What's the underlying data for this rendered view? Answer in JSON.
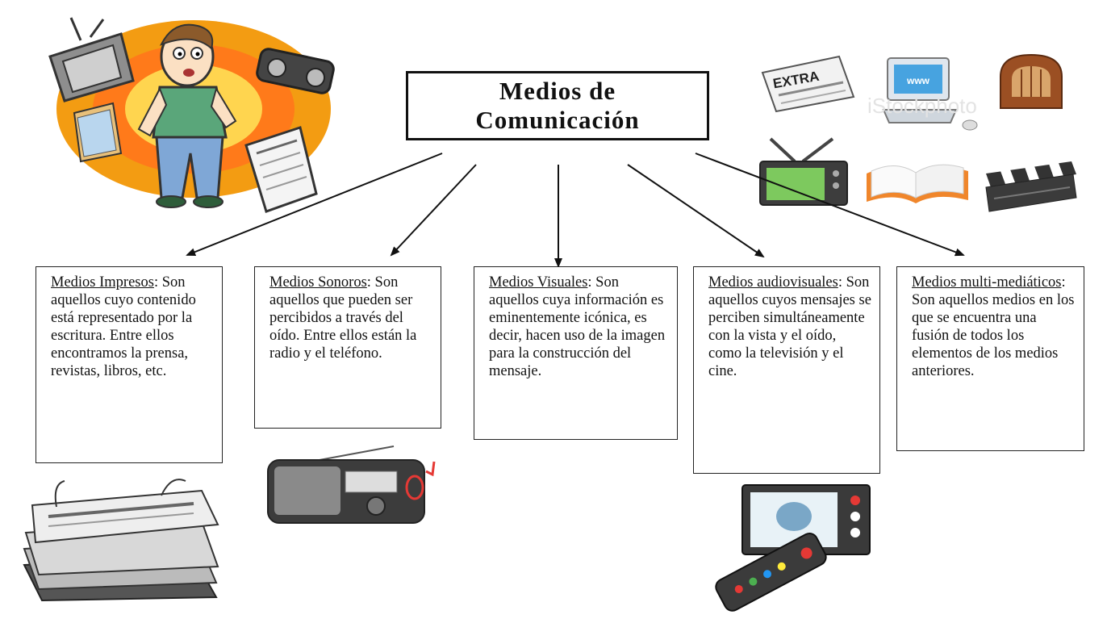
{
  "title": {
    "line1": "Medios de",
    "line2": "Comunicación"
  },
  "categories": [
    {
      "title": "Medios Impresos",
      "text": "Son aquellos cuyo contenido está representado por la escritura. Entre ellos encontramos la prensa, revistas, libros, etc."
    },
    {
      "title": "Medios Sonoros",
      "text": "Son aquellos que pueden ser percibidos a través del oído. Entre ellos están la radio y el teléfono."
    },
    {
      "title": "Medios Visuales",
      "text": "Son aquellos cuya información es eminentemente icónica, es decir, hacen uso de la imagen para la construcción del mensaje."
    },
    {
      "title": "Medios audiovisuales",
      "text": "Son aquellos cuyos mensajes se perciben simultáneamente con la vista y el oído, como la televisión y el cine."
    },
    {
      "title": "Medios multi-mediáticos",
      "text": "Son aquellos medios en los que se encuentra una fusión de todos los elementos de los medios anteriores."
    }
  ],
  "images": {
    "newspaper_headline": "EXTRA",
    "computer_screen": "www",
    "watermark": "iStockphoto"
  },
  "colors": {
    "burst_outer": "#f39c12",
    "burst_inner": "#ffd54f",
    "shirt": "#5aa67a",
    "pants": "#7fa7d6",
    "tv_screen": "#7dc95e",
    "book_orange": "#f0862b",
    "radio_wood": "#9b4f23",
    "remote_red": "#e53935"
  }
}
